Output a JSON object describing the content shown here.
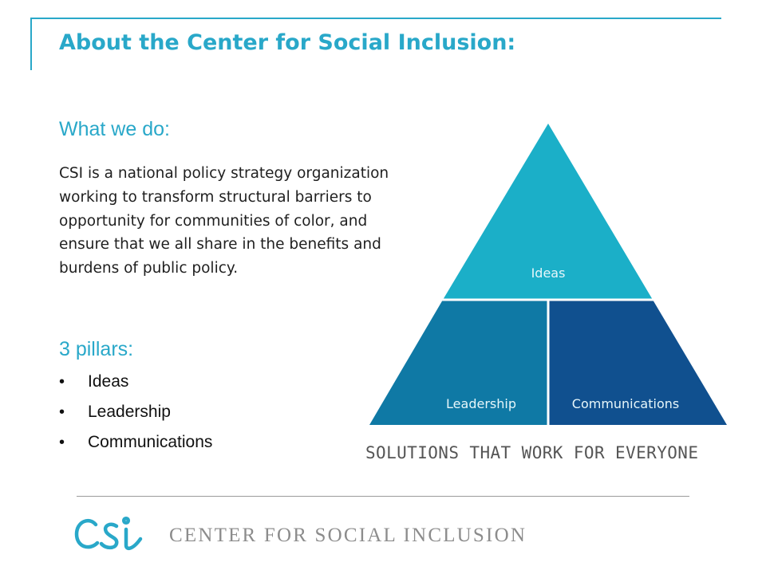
{
  "header": {
    "title": "About the Center for Social Inclusion:"
  },
  "what_we_do": {
    "heading": "What we do:",
    "description": "CSI is a national policy strategy organization working to transform structural barriers to opportunity for communities of color, and ensure that we all share in the benefits and burdens of public policy."
  },
  "pillars": {
    "heading": "3 pillars:",
    "bullet": "•",
    "items": [
      "Ideas",
      "Leadership",
      "Communications"
    ]
  },
  "pyramid": {
    "top_label": "Ideas",
    "bottom_left_label": "Leadership",
    "bottom_right_label": "Communications",
    "colors": {
      "top": "#1bafc8",
      "bottom_left": "#0f79a5",
      "bottom_right": "#10508f",
      "divider": "#ffffff",
      "label_light": "#e6f6fa"
    }
  },
  "tagline": "SOLUTIONS THAT WORK FOR EVERYONE",
  "footer": {
    "logo_mark": "CSI",
    "logo_text": "CENTER FOR SOCIAL INCLUSION",
    "logo_color": "#29a8c9"
  },
  "colors": {
    "accent": "#29a8c9",
    "body_text": "#1f1f1f"
  }
}
